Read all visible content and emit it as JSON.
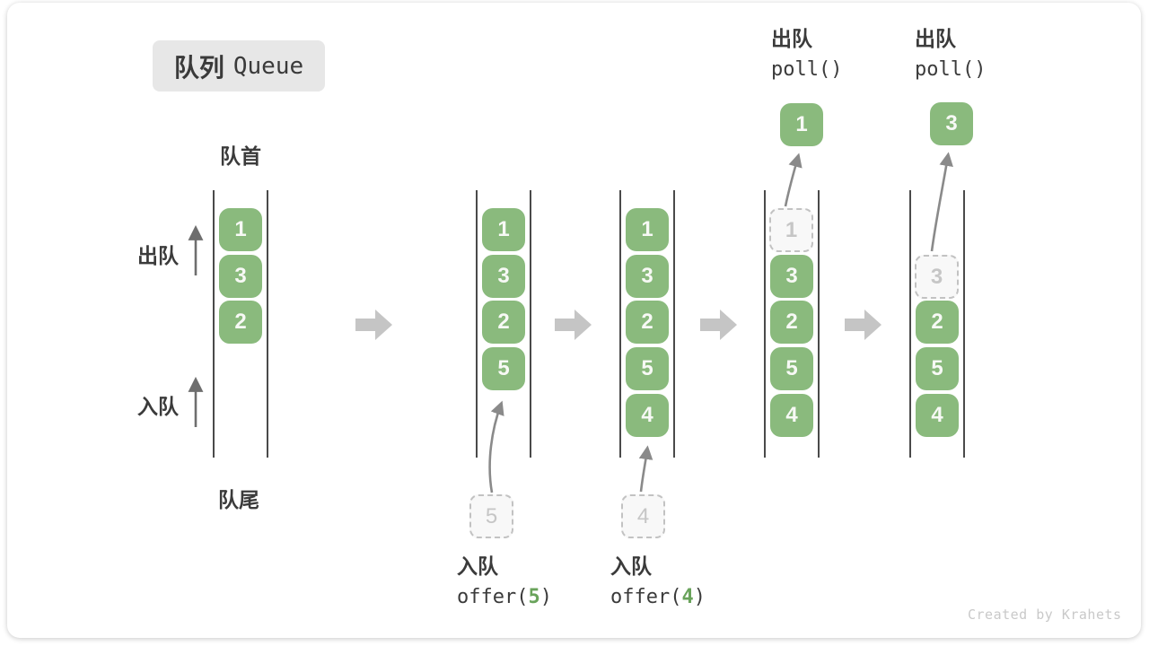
{
  "title": {
    "zh": "队列",
    "en": "Queue"
  },
  "side_labels": {
    "front": "队首",
    "rear": "队尾",
    "dequeue": "出队",
    "enqueue": "入队"
  },
  "colors": {
    "box_green": "#8aba7d",
    "box_text": "#f7f9f5",
    "dark_text": "#3b3b3b",
    "accent_green": "#69a35b",
    "block_arrow_gray": "#c5c5c5",
    "curve_arrow_gray": "#8a8a8a",
    "dashed_border_gray": "#c2c2c2",
    "title_bg": "#e7e7e7"
  },
  "queues": [
    {
      "name": "state-1",
      "items": [
        {
          "value": "1"
        },
        {
          "value": "3"
        },
        {
          "value": "2"
        }
      ]
    },
    {
      "name": "state-2",
      "items": [
        {
          "value": "1"
        },
        {
          "value": "3"
        },
        {
          "value": "2"
        },
        {
          "value": "5"
        }
      ]
    },
    {
      "name": "state-3",
      "items": [
        {
          "value": "1"
        },
        {
          "value": "3"
        },
        {
          "value": "2"
        },
        {
          "value": "5"
        },
        {
          "value": "4"
        }
      ]
    },
    {
      "name": "state-4",
      "items": [
        {
          "value": "1",
          "removed": true
        },
        {
          "value": "3"
        },
        {
          "value": "2"
        },
        {
          "value": "5"
        },
        {
          "value": "4"
        }
      ]
    },
    {
      "name": "state-5",
      "items": [
        {
          "value": "3",
          "removed": true
        },
        {
          "value": "2"
        },
        {
          "value": "5"
        },
        {
          "value": "4"
        }
      ]
    }
  ],
  "enqueue_ops": [
    {
      "label": "入队",
      "code_prefix": "offer(",
      "arg": "5",
      "code_suffix": ")",
      "pending_value": "5"
    },
    {
      "label": "入队",
      "code_prefix": "offer(",
      "arg": "4",
      "code_suffix": ")",
      "pending_value": "4"
    }
  ],
  "dequeue_ops": [
    {
      "label": "出队",
      "code": "poll()",
      "value": "1"
    },
    {
      "label": "出队",
      "code": "poll()",
      "value": "3"
    }
  ],
  "watermark": "Created by Krahets"
}
